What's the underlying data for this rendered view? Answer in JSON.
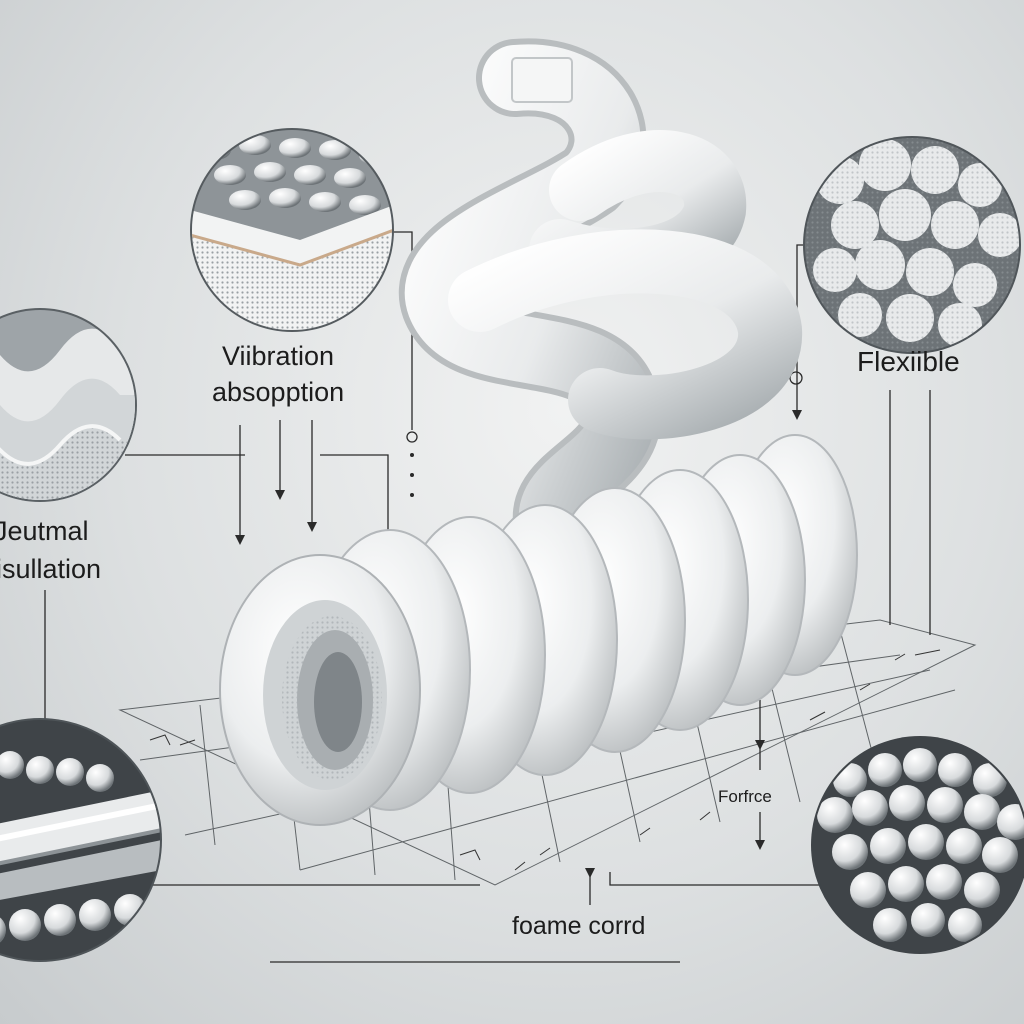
{
  "labels": {
    "vibration_line1": "Viibration",
    "vibration_line2": "absopption",
    "thermal_line1": "Jeutmal",
    "thermal_line2": "isullation",
    "flexible": "Flexiible",
    "force": "Forfrce",
    "product": "foame corrd"
  },
  "callouts": [
    {
      "name": "textured-foam-sheet",
      "texture": "dimpled"
    },
    {
      "name": "wavy-foam-profile",
      "texture": "wavy"
    },
    {
      "name": "foam-rod-cross-section",
      "texture": "beads-tube"
    },
    {
      "name": "porous-foam-cluster",
      "texture": "porous"
    },
    {
      "name": "foam-bead-cluster",
      "texture": "beads"
    }
  ],
  "colors": {
    "foam": "#f3f4f4",
    "foam_shadow": "#b9bdbf",
    "line": "#2a2a2a",
    "background": "#dde0e1"
  }
}
